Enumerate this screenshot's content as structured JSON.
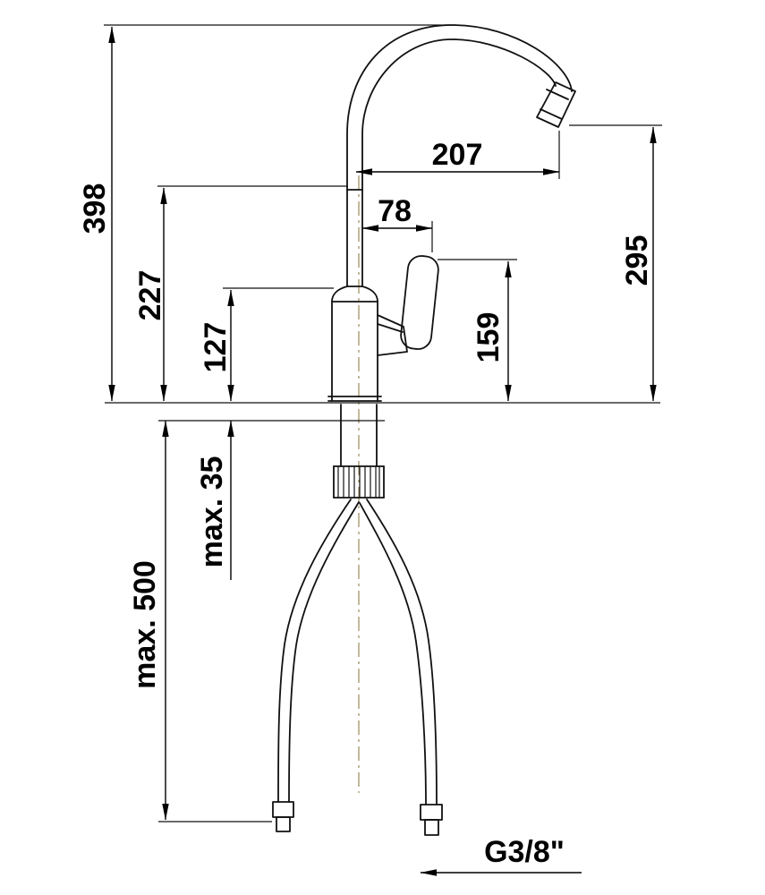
{
  "drawing": {
    "subject": "single-lever kitchen faucet technical dimension drawing",
    "background_color": "#ffffff",
    "line_color": "#000000",
    "centerline_color": "#9a8a5a",
    "dims": {
      "height_total": "398",
      "height_spout_joint": "227",
      "height_body": "127",
      "max_counter_thickness": "max. 35",
      "max_hose_length": "max. 500",
      "spout_reach": "207",
      "handle_offset": "78",
      "outlet_height": "295",
      "handle_height": "159",
      "thread": "G3/8\""
    }
  }
}
